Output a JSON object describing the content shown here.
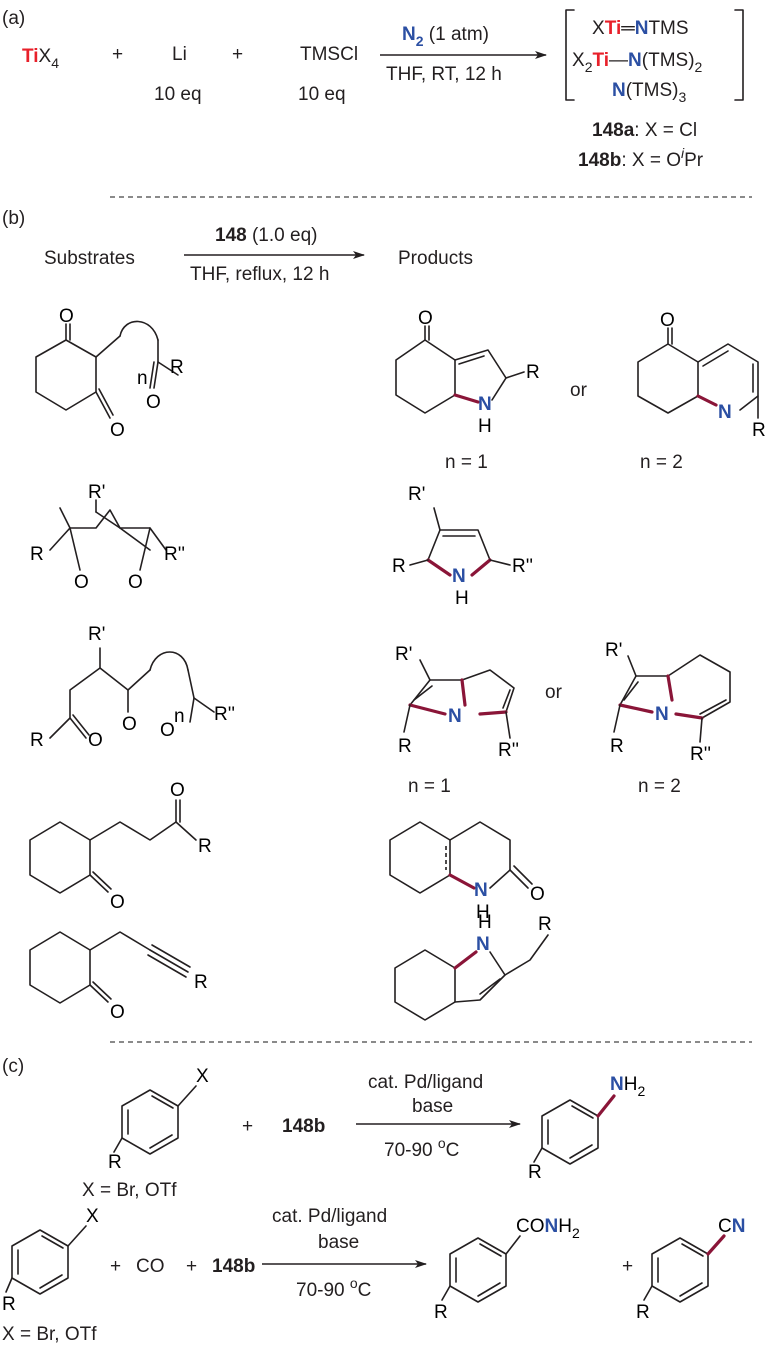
{
  "colors": {
    "ti": "#e8202a",
    "n": "#2b4fa3",
    "bond_highlight": "#8a1538",
    "ink": "#231f20"
  },
  "panel_a": {
    "label": "(a)",
    "reagent1_el": "Ti",
    "reagent1_rest": "X",
    "reagent1_sub": "4",
    "plus": "+",
    "reagent2": "Li",
    "reagent2_eq": "10 eq",
    "reagent3": "TMSCl",
    "reagent3_eq": "10 eq",
    "cond_gas": "N",
    "cond_gas_sub": "2",
    "cond_gas_rest": " (1 atm)",
    "cond_line2": "THF, RT, 12 h",
    "prod1_pre": "X",
    "prod1_ti": "Ti",
    "prod1_bond": "═",
    "prod1_n": "N",
    "prod1_post": "TMS",
    "prod2_pre": "X",
    "prod2_sub": "2",
    "prod2_ti": "Ti",
    "prod2_bond": "—",
    "prod2_n": "N",
    "prod2_post": "(TMS)",
    "prod2_post_sub": "2",
    "prod3_n": "N",
    "prod3_post": "(TMS)",
    "prod3_sub": "3",
    "label_148a": "148a",
    "desc_148a": ": X = Cl",
    "label_148b": "148b",
    "desc_148b_pre": ": X = O",
    "desc_148b_sup": "i",
    "desc_148b_post": "Pr"
  },
  "panel_b": {
    "label": "(b)",
    "substrates": "Substrates",
    "reagent_bold": "148",
    "reagent_rest": " (1.0 eq)",
    "conditions": "THF, reflux, 12 h",
    "products": "Products",
    "or1": "or",
    "or2": "or",
    "n1": "n = 1",
    "n2": "n = 2",
    "n3": "n = 1",
    "n4": "n = 2",
    "atoms": {
      "O": "O",
      "R": "R",
      "n": "n",
      "N": "N",
      "H": "H",
      "Rp": "R'",
      "Rpp": "R''"
    }
  },
  "panel_c": {
    "label": "(c)",
    "X": "X",
    "R": "R",
    "plus": "+",
    "co": "CO",
    "reagent": "148b",
    "cond1": "cat. Pd/ligand",
    "cond2": "base",
    "temp_pre": "70-90 ",
    "temp_sup": "o",
    "temp_post": "C",
    "x_def": "X = Br, OTf",
    "prod_nh2_n": "N",
    "prod_nh2_h": "H",
    "prod_nh2_sub": "2",
    "prod_amide_pre": "CO",
    "prod_amide_n": "N",
    "prod_amide_h": "H",
    "prod_amide_sub": "2",
    "prod_nitrile_c": "C",
    "prod_nitrile_n": "N"
  }
}
